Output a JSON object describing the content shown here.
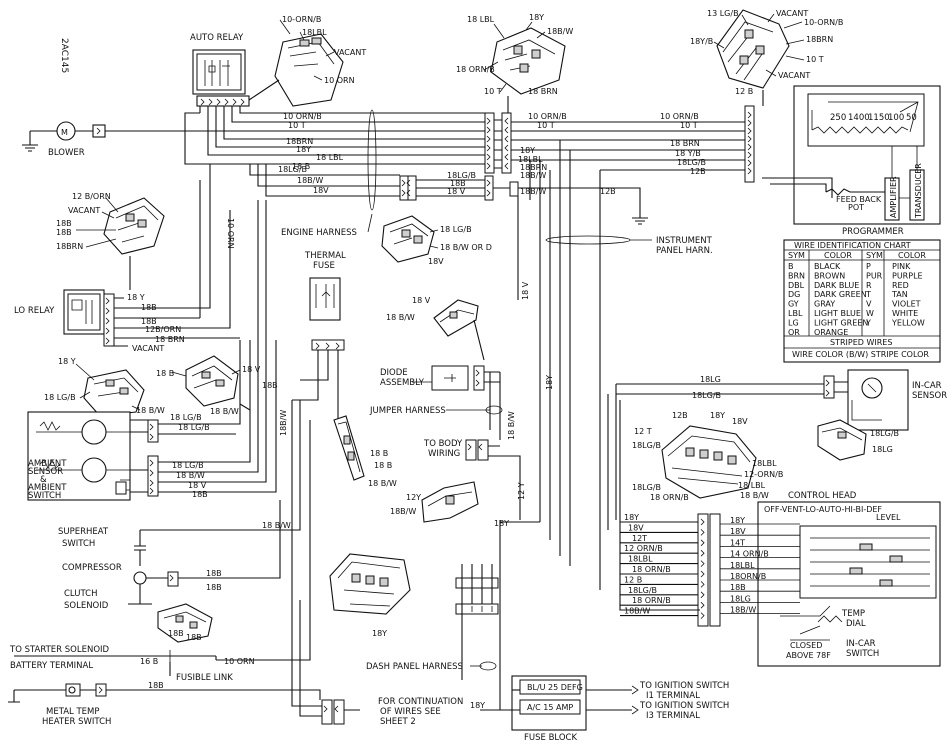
{
  "drawing_id": "2AC145",
  "components": {
    "auto_relay": "AUTO RELAY",
    "blower": "BLOWER",
    "lo_relay": "LO RELAY",
    "ambient_switch": [
      "AMBIENT",
      "SENSOR",
      "&",
      "AMBIENT",
      "SWITCH"
    ],
    "superheat_switch": [
      "SUPERHEAT",
      "SWITCH"
    ],
    "compressor": "COMPRESSOR",
    "clutch_solenoid": [
      "CLUTCH",
      "SOLENOID"
    ],
    "thermal_fuse": [
      "THERMAL",
      "FUSE"
    ],
    "engine_harness": "ENGINE HARNESS",
    "diode_assembly": [
      "DIODE",
      "ASSEMBLY"
    ],
    "jumper_harness": "JUMPER HARNESS",
    "to_body_wiring": [
      "TO BODY",
      "WIRING"
    ],
    "instrument_panel_harn": [
      "INSTRUMENT",
      "PANEL HARN."
    ],
    "programmer": "PROGRAMMER",
    "feed_back_pot": [
      "FEED BACK",
      "POT"
    ],
    "amplifier": "AMPLIFIER",
    "transducer": "TRANSDUCER",
    "in_car_sensor": [
      "IN-CAR",
      "SENSOR"
    ],
    "control_head": "CONTROL HEAD",
    "control_head_modes": [
      "OFF-VENT-LO-AUTO-HI-BI-DEF",
      "LEVEL"
    ],
    "temp_dial": [
      "TEMP",
      "DIAL"
    ],
    "closed_above": [
      "CLOSED",
      "ABOVE 78F"
    ],
    "in_car_switch": [
      "IN-CAR",
      "SWITCH"
    ],
    "dash_panel_harness": "DASH PANEL HARNESS",
    "fuse_block": "FUSE BLOCK",
    "fuse_1": "BL/U 25 DEFG",
    "fuse_2": "A/C 15 AMP",
    "to_ignition_1": [
      "TO IGNITION SWITCH",
      "I1 TERMINAL"
    ],
    "to_ignition_2": [
      "TO IGNITION SWITCH",
      "I3 TERMINAL"
    ],
    "to_starter": [
      "TO STARTER SOLENOID",
      "BATTERY TERMINAL"
    ],
    "fusible_link": "FUSIBLE LINK",
    "metal_temp": [
      "METAL TEMP",
      "HEATER SWITCH"
    ],
    "continuation": [
      "FOR CONTINUATION",
      "OF WIRES SEE",
      "SHEET 2"
    ]
  },
  "wire_labels": {
    "relay_connector": [
      "10-ORN/B",
      "18LBL",
      "VACANT",
      "10 ORN"
    ],
    "top_center_connector": [
      "18 LBL",
      "18Y",
      "18B/W",
      "18 ORN/B",
      "10 T",
      "18 BRN"
    ],
    "top_right_connector": [
      "13 LG/B",
      "VACANT",
      "18Y/B",
      "10-ORN/B",
      "18BRN",
      "10 T",
      "VACANT",
      "12 B"
    ],
    "main_bus_left": [
      "10 ORN/B",
      "10 T",
      "18BRN",
      "18Y",
      "18 LBL",
      "18 B"
    ],
    "main_bus_right": [
      "10 ORN/B",
      "10 T",
      "18 BRN",
      "18 Y/B",
      "18LG/B",
      "12B"
    ],
    "bus_right_mid": [
      "18Y",
      "18LBL",
      "18BRN",
      "18B/W"
    ],
    "engine_bus": [
      "18LG/B",
      "18B/W",
      "18V"
    ],
    "engine_conn": [
      "18LG/B",
      "18B",
      "18 V",
      "18B/W",
      "12B"
    ],
    "engine_plug": [
      "18 LG/B",
      "18 B/W OR D",
      "18V"
    ],
    "lo_relay_wires": [
      "18 Y",
      "18B",
      "18B",
      "12B/ORN",
      "18 BRN",
      "VACANT"
    ],
    "lo_plug": [
      "12 B/ORN",
      "VACANT",
      "18B",
      "18B",
      "18BRN"
    ],
    "ambient_wires": [
      "18 LG/B",
      "18 B/W",
      "18 LG/B",
      "18 V",
      "18B"
    ],
    "ambient_plug": [
      "18 Y",
      "18 LG/B",
      "18 B",
      "18 V",
      "18 B/W",
      "18 B/W",
      "18 LG/B"
    ],
    "vertical_labels": [
      "10 ORN",
      "18B",
      "18B/W",
      "18 V",
      "18 B/W",
      "12 Y",
      "18Y"
    ],
    "thermal_plug": [
      "18 B",
      "18 B",
      "18 B/W"
    ],
    "diode_plug": [
      "18 V",
      "18 B/W"
    ],
    "jumper_plug": [
      "12Y",
      "18B/W"
    ],
    "control_bus": [
      "18Y",
      "18V",
      "12T",
      "12 ORN/B",
      "18LBL",
      "18 ORN/B",
      "12 B",
      "18LG/B",
      "18 ORN/B",
      "18B/W"
    ],
    "control_head_pins": [
      "18Y",
      "18V",
      "14T",
      "14 ORN/B",
      "18LBL",
      "18ORN/B",
      "18B",
      "18LG",
      "18B/W"
    ],
    "in_car_wires": [
      "18LG",
      "18LG/B"
    ],
    "in_car_plug": [
      "18LG/B",
      "18LG"
    ],
    "control_plug": [
      "12B",
      "18Y",
      "12 T",
      "18V",
      "18LG/B",
      "18LBL",
      "12-ORN/B",
      "18LG/B",
      "18 ORN/B",
      "18 LBL",
      "18 B/W"
    ],
    "compressor_wire": "18B",
    "clutch_plug": [
      "18B",
      "18B"
    ],
    "fuse_wires": [
      "18Y",
      "16 B",
      "10 ORN",
      "18B",
      "18Y"
    ],
    "dash_plug": "18Y",
    "resistor_values": [
      "250",
      "1400",
      "1150",
      "100",
      "50"
    ]
  },
  "wire_chart": {
    "title": "WIRE IDENTIFICATION CHART",
    "headers": [
      "SYM",
      "COLOR",
      "SYM",
      "COLOR"
    ],
    "rows": [
      [
        "B",
        "BLACK",
        "P",
        "PINK"
      ],
      [
        "BRN",
        "BROWN",
        "PUR",
        "PURPLE"
      ],
      [
        "DBL",
        "DARK BLUE",
        "R",
        "RED"
      ],
      [
        "DG",
        "DARK GREEN",
        "T",
        "TAN"
      ],
      [
        "GY",
        "GRAY",
        "V",
        "VIOLET"
      ],
      [
        "LBL",
        "LIGHT BLUE",
        "W",
        "WHITE"
      ],
      [
        "LG",
        "LIGHT GREEN",
        "Y",
        "YELLOW"
      ],
      [
        "OR",
        "ORANGE",
        "",
        ""
      ]
    ],
    "striped_title": "STRIPED WIRES",
    "striped_example": "WIRE COLOR (B/W) STRIPE COLOR"
  }
}
